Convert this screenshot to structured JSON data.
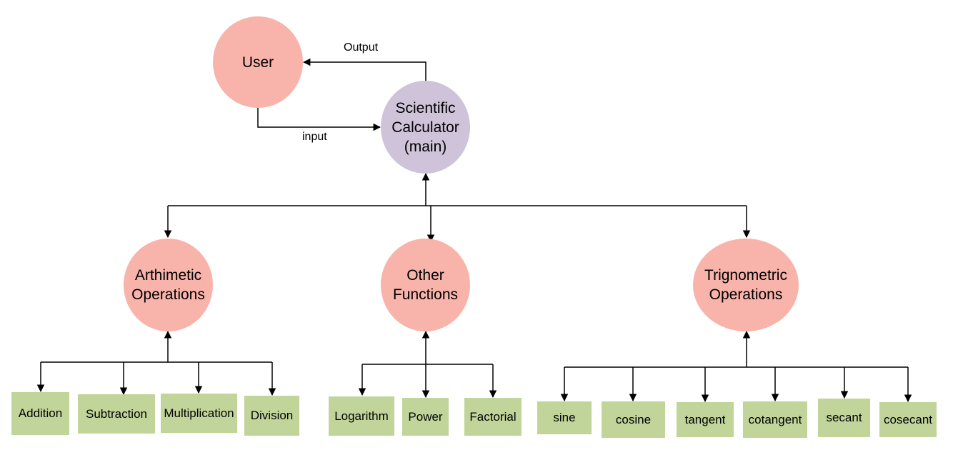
{
  "colors": {
    "user_fill": "#f8b3aa",
    "main_fill": "#cfc3d9",
    "category_fill": "#f8b3aa",
    "leaf_fill": "#c1d59a",
    "edge": "#000000"
  },
  "nodes": {
    "user": "User",
    "main": "Scientific\nCalculator\n(main)",
    "arithmetic": "Arthimetic\nOperations",
    "other": "Other\nFunctions",
    "trig": "Trignometric\nOperations"
  },
  "edge_labels": {
    "output": "Output",
    "input": "input"
  },
  "leaves": {
    "arithmetic": [
      "Addition",
      "Subtraction",
      "Multiplication",
      "Division"
    ],
    "other": [
      "Logarithm",
      "Power",
      "Factorial"
    ],
    "trig": [
      "sine",
      "cosine",
      "tangent",
      "cotangent",
      "secant",
      "cosecant"
    ]
  }
}
